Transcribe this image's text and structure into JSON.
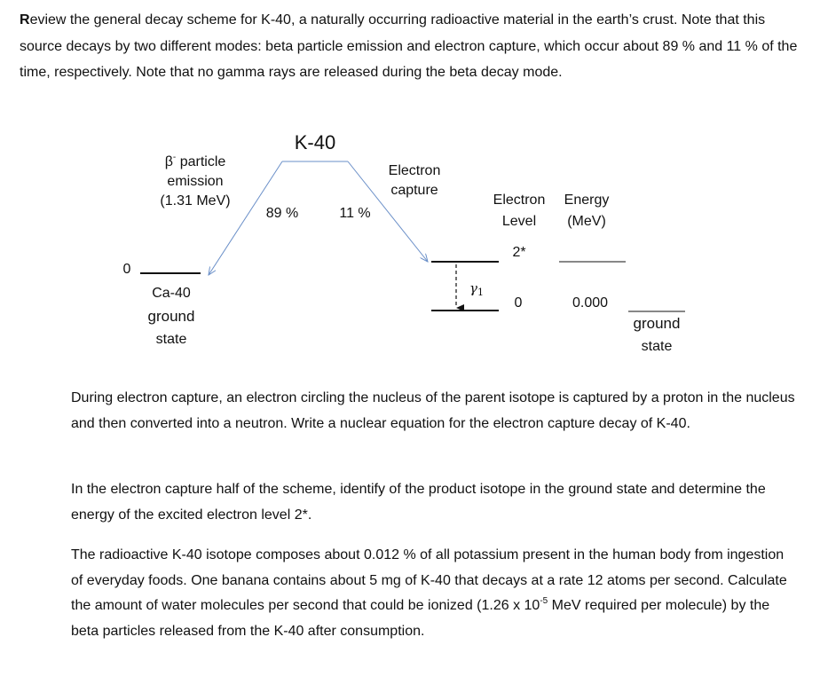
{
  "intro": {
    "first": "R",
    "rest": "eview the general decay scheme for K-40, a naturally occurring radioactive material in the earth’s crust. Note that this source decays by two different modes:  beta particle emission and electron capture, which occur about 89 % and 11 % of the time, respectively.  Note that no gamma rays are released during the beta decay mode."
  },
  "diagram": {
    "parent": "K-40",
    "beta_title": "β",
    "beta_sup": "-",
    "beta_word": " particle",
    "beta_line2": "emission",
    "beta_energy": "(1.31 MeV)",
    "beta_percent": "89 %",
    "ec_percent": "11 %",
    "ec_line1": "Electron",
    "ec_line2": "capture",
    "zero_left": "0",
    "ca_line1": "Ca-40",
    "ca_line2": "ground",
    "ca_line3": "state",
    "gamma": "γ",
    "gamma_sub": "1",
    "col_level_1": "Electron",
    "col_level_2": "Level",
    "col_energy_1": "Energy",
    "col_energy_2": "(MeV)",
    "level_2": "2*",
    "level_0": "0",
    "energy_0": "0.000",
    "ground_1": "ground",
    "ground_2": "state"
  },
  "questions": {
    "q1": "During electron capture, an electron circling the nucleus of the parent isotope is captured by a proton in the nucleus and then converted into a neutron.  Write a nuclear equation for the electron capture decay of K-40.",
    "q2": "In the electron capture half of the scheme, identify of the product isotope in the ground state and determine the energy of the excited electron level 2*.",
    "q3_a": "The radioactive K-40 isotope composes about 0.012 % of all potassium present in the human body from ingestion of everyday foods.  One banana contains about 5 mg of K-40 that decays at a rate 12 atoms per second.  Calculate the amount of water molecules per second that could be ionized (1.26 x 10",
    "q3_exp": "-5",
    "q3_b": " MeV required per molecule) by the beta particles released from the K-40 after consumption."
  }
}
